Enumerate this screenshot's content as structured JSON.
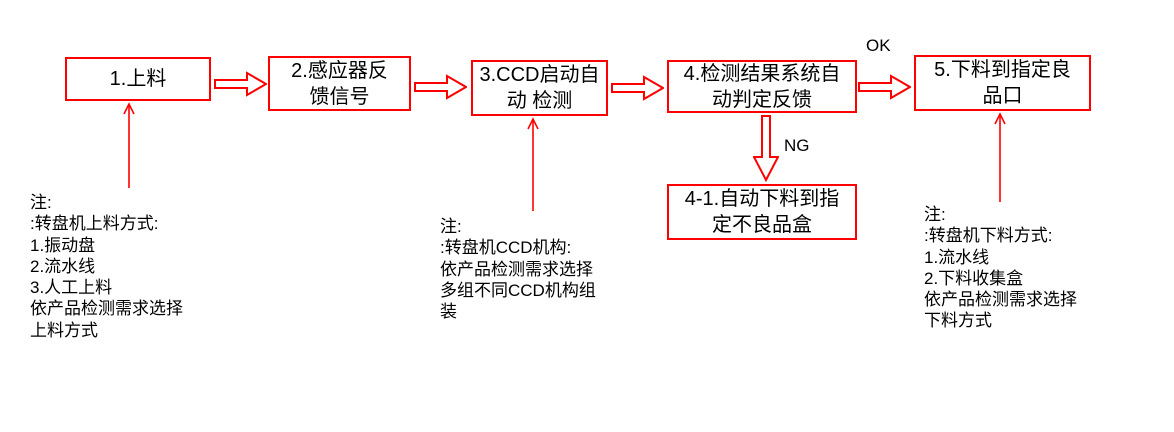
{
  "diagram": {
    "colors": {
      "accent": "#ff0000",
      "text": "#000000",
      "background": "#ffffff"
    },
    "boxes": [
      {
        "id": "step1",
        "label": "1.上料"
      },
      {
        "id": "step2",
        "label": "2.感应器反\n馈信号"
      },
      {
        "id": "step3",
        "label": "3.CCD启动自\n动 检测"
      },
      {
        "id": "step4",
        "label": "4.检测结果系统自\n动判定反馈"
      },
      {
        "id": "step5",
        "label": "5.下料到指定良\n品口"
      },
      {
        "id": "step4a",
        "label": "4-1.自动下料到指\n定不良品盒"
      }
    ],
    "edge_labels": {
      "ok": "OK",
      "ng": "NG"
    },
    "notes": [
      {
        "id": "note-loading",
        "text": "注:\n:转盘机上料方式:\n1.振动盘\n2.流水线\n3.人工上料\n依产品检测需求选择\n上料方式"
      },
      {
        "id": "note-ccd",
        "text": "注:\n:转盘机CCD机构:\n依产品检测需求选择\n多组不同CCD机构组\n装"
      },
      {
        "id": "note-unloading",
        "text": "注:\n:转盘机下料方式:\n1.流水线\n2.下料收集盒\n依产品检测需求选择\n下料方式"
      }
    ]
  }
}
